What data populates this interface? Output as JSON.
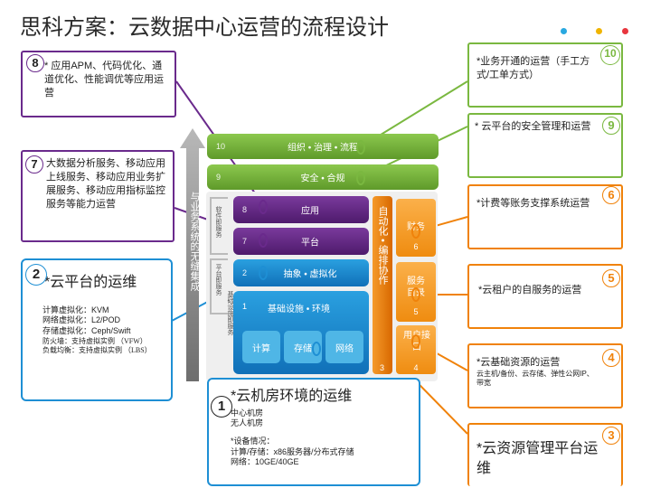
{
  "header": {
    "title": "思科方案：云数据中心运营的流程设计",
    "dots": [
      "#29a8e0",
      "#f0b400",
      "#e8363e"
    ]
  },
  "colors": {
    "green": "#7ab840",
    "purple": "#6a2a8c",
    "blue": "#1e8fd4",
    "orange": "#f0820a"
  },
  "diagram": {
    "arrow_label": "与业务系统的无缝集成",
    "layers": {
      "l10": {
        "num": "10",
        "label": "组织 • 治理 • 流程"
      },
      "l9": {
        "num": "9",
        "label": "安全 • 合规"
      },
      "l8": {
        "num": "8",
        "label": "应用"
      },
      "l7": {
        "num": "7",
        "label": "平台"
      },
      "l2": {
        "num": "2",
        "label": "抽象 • 虚拟化"
      },
      "l1": {
        "num": "1",
        "label": "基础设施 • 环境"
      }
    },
    "infra_boxes": [
      "计算",
      "存储",
      "网络"
    ],
    "side_labels": {
      "software": "软件即服务",
      "platform": "平台即服务",
      "infra": "基础设施即服务"
    },
    "automation": {
      "label": "自动化 • 编排协作",
      "num": "3"
    },
    "finance": {
      "label": "财务",
      "num": "6"
    },
    "service_catalog": {
      "label": "服务目录",
      "num": "5"
    },
    "user_portal": {
      "label": "用户接口",
      "num": "4"
    }
  },
  "callouts": {
    "c8": {
      "num": "8",
      "text": "* 应用APM、代码优化、通道优化、性能调优等应用运营"
    },
    "c7": {
      "num": "7",
      "text": "大数据分析服务、移动应用上线服务、移动应用业务扩展服务、移动应用指标监控服务等能力运营"
    },
    "c2": {
      "num": "2",
      "title": "*云平台的运维",
      "lines": [
        "计算虚拟化：KVM",
        "网络虚拟化：L2/POD",
        "存储虚拟化：Ceph/Swift",
        "防火墙：支持虚拟实例 （VFW）",
        "负载均衡：支持虚拟实例 （LBS）"
      ]
    },
    "c1": {
      "num": "1",
      "title": "*云机房环境的运维",
      "lines": [
        "中心机房",
        "无人机房"
      ],
      "device_title": "*设备情况：",
      "device_lines": [
        "计算/存储：x86服务器/分布式存储",
        "网络：10GE/40GE"
      ]
    },
    "c10": {
      "num": "10",
      "text": "*业务开通的运营（手工方式/工单方式）"
    },
    "c9": {
      "num": "9",
      "text": "* 云平台的安全管理和运营"
    },
    "c6": {
      "num": "6",
      "text": "*计费等账务支撑系统运营"
    },
    "c5": {
      "num": "5",
      "text": "*云租户的自服务的运营"
    },
    "c4": {
      "num": "4",
      "text": "*云基础资源的运营",
      "sub": "云主机/备份、云存储、弹性公网IP、带宽"
    },
    "c3": {
      "num": "3",
      "text": "*云资源管理平台运维"
    }
  }
}
